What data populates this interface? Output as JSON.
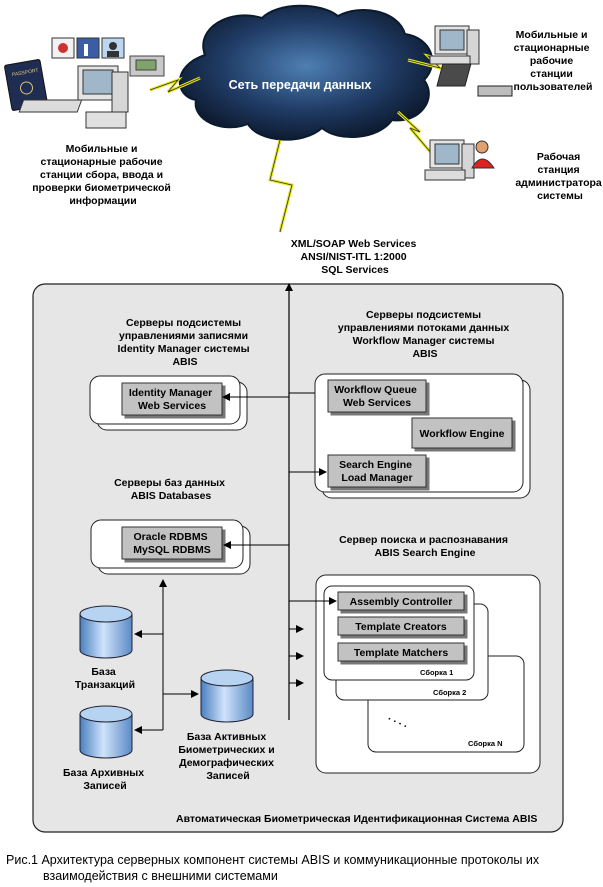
{
  "cloud": {
    "label": "Сеть передачи данных"
  },
  "stations": {
    "collect": [
      "Мобильные и",
      "стационарные рабочие",
      "станции сбора, ввода и",
      "проверки биометрической",
      "информации"
    ],
    "users": [
      "Мобильные и",
      "стационарные",
      "рабочие",
      "станции",
      "пользователей"
    ],
    "admin": [
      "Рабочая",
      "станция",
      "администратора",
      "системы"
    ]
  },
  "protocols": [
    "XML/SOAP Web Services",
    "ANSI/NIST-ITL 1:2000",
    "SQL Services"
  ],
  "identity": {
    "title": [
      "Серверы подсистемы",
      "управлениями записями",
      "Identity Manager системы",
      "ABIS"
    ],
    "box": [
      "Identity Manager",
      "Web Services"
    ]
  },
  "workflow": {
    "title": [
      "Серверы подсистемы",
      "управлениями потоками данных",
      "Workflow Manager системы",
      "ABIS"
    ],
    "queue": [
      "Workflow Queue",
      "Web Services"
    ],
    "engine": "Workflow Engine",
    "search": [
      "Search Engine",
      "Load Manager"
    ]
  },
  "databases": {
    "title": [
      "Серверы баз данных",
      "ABIS Databases"
    ],
    "box": [
      "Oracle RDBMS",
      "MySQL RDBMS"
    ]
  },
  "search_engine": {
    "title": [
      "Сервер поиска и распознавания",
      "ABIS Search Engine"
    ],
    "modules": [
      "Assembly Controller",
      "Template Creators",
      "Template Matchers"
    ],
    "assemblies": [
      "Сборка 1",
      "Сборка 2",
      "Сборка N"
    ],
    "dots": ". . . ."
  },
  "db_cylinders": {
    "transactions": [
      "База",
      "Транзакций"
    ],
    "archive": [
      "База Архивных",
      "Записей"
    ],
    "active": [
      "База Активных",
      "Биометрических и",
      "Демографических",
      "Записей"
    ]
  },
  "system_label": "Автоматическая Биометрическая Идентификационная Система ABIS",
  "caption": [
    "Рис.1   Архитектура серверных компонент системы ABIS и коммуникационные протоколы их",
    "взаимодействия с  внешними системами"
  ]
}
